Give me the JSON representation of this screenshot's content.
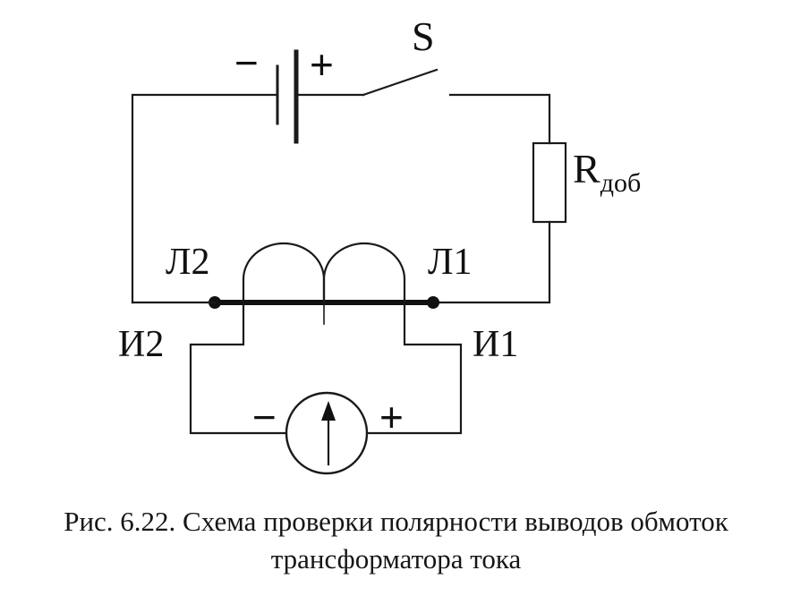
{
  "diagram": {
    "switch_label": "S",
    "resistor_label_main": "R",
    "resistor_label_sub": "доб",
    "terminal_l2": "Л2",
    "terminal_l1": "Л1",
    "terminal_i2": "И2",
    "terminal_i1": "И1",
    "battery_minus": "−",
    "battery_plus": "+",
    "meter_minus": "−",
    "meter_plus": "+"
  },
  "caption": {
    "line1": "Рис. 6.22. Схема проверки полярности выводов обмоток",
    "line2": "трансформатора тока"
  }
}
